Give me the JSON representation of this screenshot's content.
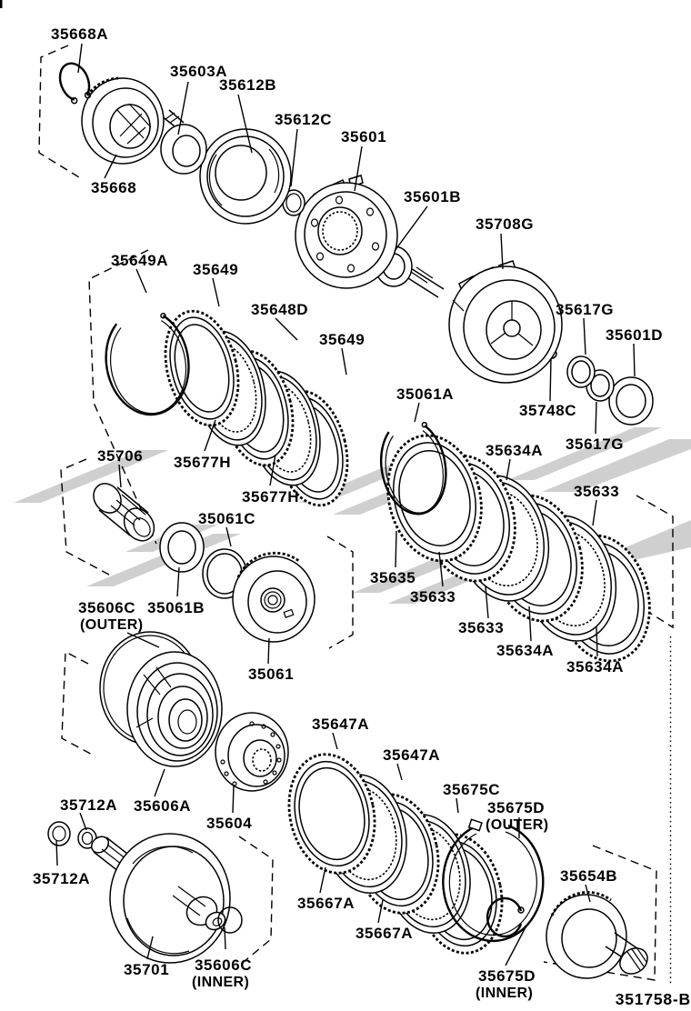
{
  "figure": {
    "number": "351758-B"
  },
  "colors": {
    "ink": "#000000",
    "background": "#ffffff",
    "watermark": "#cfcfcf"
  },
  "labels": [
    {
      "text": "35668A"
    },
    {
      "text": "35603A"
    },
    {
      "text": "35612B"
    },
    {
      "text": "35612C"
    },
    {
      "text": "35601"
    },
    {
      "text": "35601B"
    },
    {
      "text": "35708G"
    },
    {
      "text": "35668"
    },
    {
      "text": "35649A"
    },
    {
      "text": "35649"
    },
    {
      "text": "35648D"
    },
    {
      "text": "35649"
    },
    {
      "text": "35617G"
    },
    {
      "text": "35601D"
    },
    {
      "text": "35748C"
    },
    {
      "text": "35061A"
    },
    {
      "text": "35634A"
    },
    {
      "text": "35617G"
    },
    {
      "text": "35633"
    },
    {
      "text": "35706"
    },
    {
      "text": "35677H"
    },
    {
      "text": "35677H"
    },
    {
      "text": "35061C"
    },
    {
      "text": "35635"
    },
    {
      "text": "35633"
    },
    {
      "text": "35633"
    },
    {
      "text": "35634A"
    },
    {
      "text": "35634A"
    },
    {
      "text": "35606C",
      "sub": "(OUTER)"
    },
    {
      "text": "35061B"
    },
    {
      "text": "35061"
    },
    {
      "text": "35647A"
    },
    {
      "text": "35647A"
    },
    {
      "text": "35675C"
    },
    {
      "text": "35675D",
      "sub": "(OUTER)"
    },
    {
      "text": "35712A"
    },
    {
      "text": "35606A"
    },
    {
      "text": "35604"
    },
    {
      "text": "35712A"
    },
    {
      "text": "35654B"
    },
    {
      "text": "35667A"
    },
    {
      "text": "35667A"
    },
    {
      "text": "35701"
    },
    {
      "text": "35606C",
      "sub": "(INNER)"
    },
    {
      "text": "35675D",
      "sub": "(INNER)"
    }
  ]
}
